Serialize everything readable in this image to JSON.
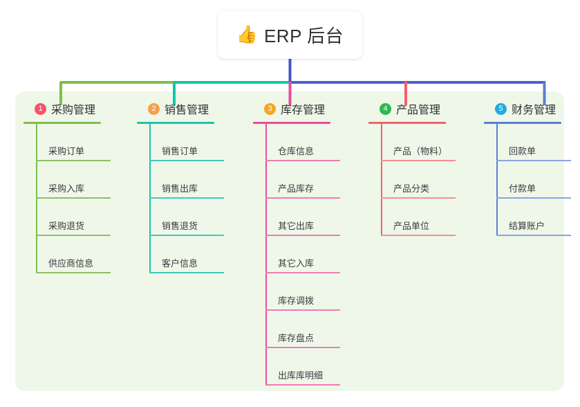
{
  "root": {
    "icon": "thumbs-up-icon",
    "icon_glyph": "👍",
    "label": "ERP 后台"
  },
  "palette": {
    "panel_bg": "#eff7e9",
    "page_bg": "#ffffff",
    "root_stem": "#4354c6",
    "branch_green": "#7ebf4a",
    "branch_teal": "#10c8a5",
    "branch_indigo": "#4f5fd0",
    "drop_pink": "#f0519a",
    "drop_red": "#f4606c",
    "drop_blue": "#5b7fd4",
    "text_dark": "#2f3033"
  },
  "columns": [
    {
      "number": "1",
      "title": "采购管理",
      "badge_color": "#f4536b",
      "line_color": "#7ebf4a",
      "items": [
        "采购订单",
        "采购入库",
        "采购退货",
        "供应商信息"
      ]
    },
    {
      "number": "2",
      "title": "销售管理",
      "badge_color": "#f5a04a",
      "line_color": "#22c1ae",
      "items": [
        "销售订单",
        "销售出库",
        "销售退货",
        "客户信息"
      ]
    },
    {
      "number": "3",
      "title": "库存管理",
      "badge_color": "#f5a623",
      "line_color": "#ea4c9b",
      "items": [
        "仓库信息",
        "产品库存",
        "其它出库",
        "其它入库",
        "库存调拨",
        "库存盘点",
        "出库库明细"
      ]
    },
    {
      "number": "4",
      "title": "产品管理",
      "badge_color": "#2cb94f",
      "line_color": "#f4606c",
      "items": [
        "产品（物料）",
        "产品分类",
        "产品单位"
      ]
    },
    {
      "number": "5",
      "title": "财务管理",
      "badge_color": "#27a9e1",
      "line_color": "#5b7fd4",
      "items": [
        "回款单",
        "付款单",
        "结算账户"
      ]
    }
  ]
}
